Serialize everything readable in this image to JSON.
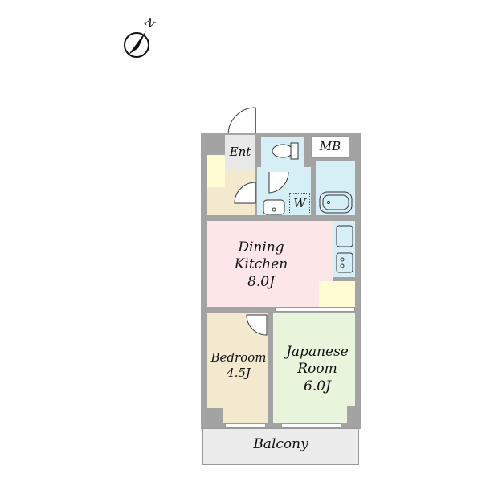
{
  "compass": {
    "label": "N"
  },
  "rooms": {
    "entrance": {
      "label": "Ent"
    },
    "meter_box": {
      "label": "MB"
    },
    "washer": {
      "label": "W"
    },
    "dining_kitchen": {
      "line1": "Dining",
      "line2": "Kitchen",
      "size": "8.0J"
    },
    "bedroom": {
      "line1": "Bedroom",
      "size": "4.5J"
    },
    "japanese_room": {
      "line1": "Japanese",
      "line2": "Room",
      "size": "6.0J"
    },
    "balcony": {
      "label": "Balcony"
    }
  },
  "colors": {
    "wall": "#a3a3a3",
    "dk": "#fde6e8",
    "wet": "#d6eef5",
    "bedroom": "#f2e9cf",
    "japanese": "#e8f5dc",
    "storage": "#fffbd2"
  }
}
